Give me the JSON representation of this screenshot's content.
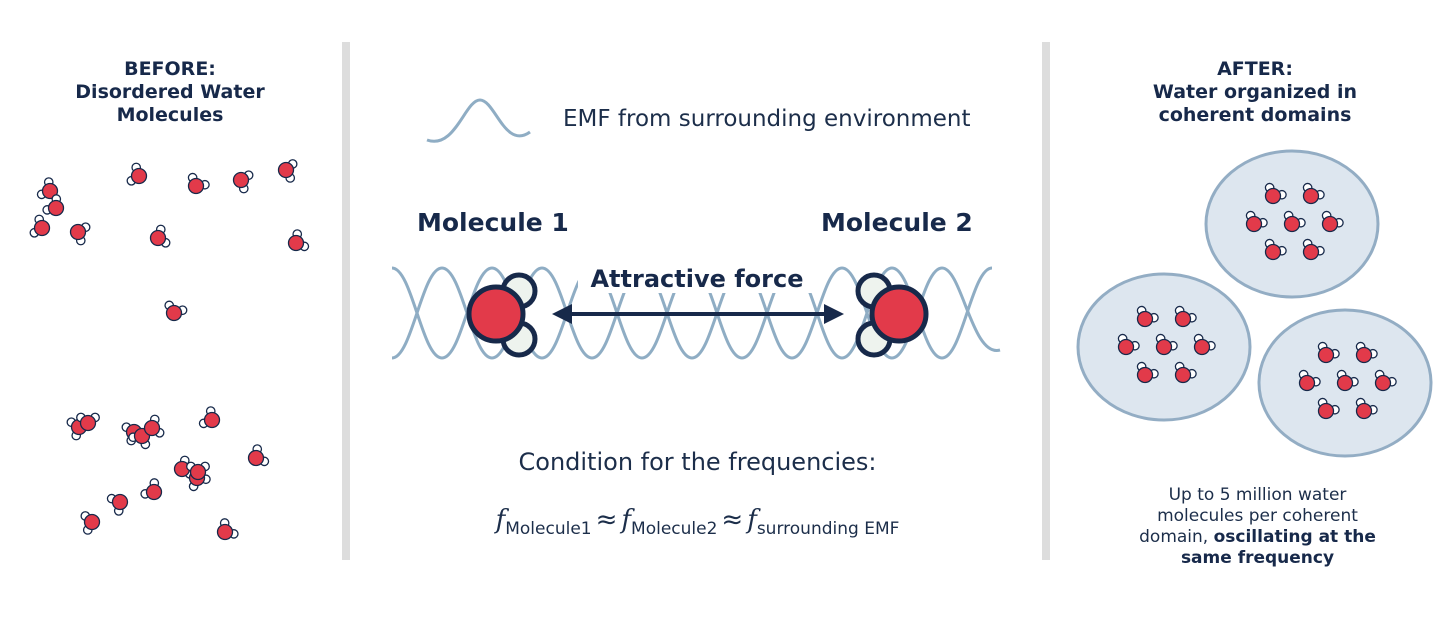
{
  "left_panel": {
    "title": "BEFORE:\nDisordered Water\nMolecules"
  },
  "center_panel": {
    "legend_label": "EMF from surrounding environment",
    "molecule1_label": "Molecule 1",
    "molecule2_label": "Molecule 2",
    "force_label": "Attractive force",
    "condition_label": "Condition for the frequencies:",
    "formula": {
      "f": "f",
      "sub1": "Molecule1",
      "sub2": "Molecule2",
      "sub3": "surrounding EMF",
      "approx": "≈"
    }
  },
  "right_panel": {
    "title": "AFTER:\nWater organized in\ncoherent domains",
    "caption_plain": "Up to 5 million water molecules per coherent domain, ",
    "caption_bold": "oscillating at the same frequency"
  },
  "colors": {
    "navy": "#17294a",
    "oxygen_red": "#e23a4a",
    "hydrogen_white": "#eef3ee",
    "wave_blue": "#8fadc4",
    "domain_fill": "#dde6ef",
    "domain_stroke": "#93adc4",
    "divider_gray": "#dddddd"
  }
}
